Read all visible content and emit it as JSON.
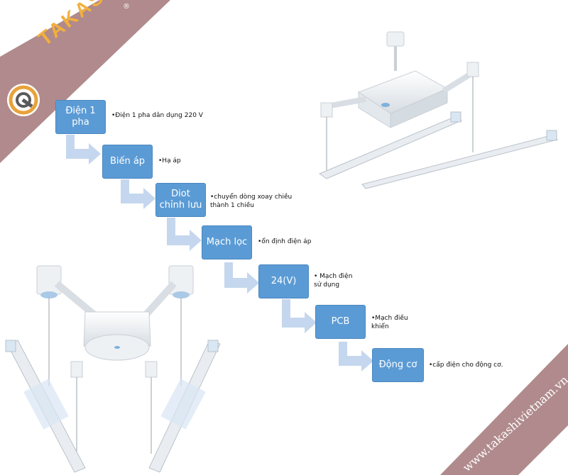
{
  "brand": {
    "logo_text": "TAKASHI",
    "registered_mark": "®",
    "website": "www.takashivietnam.vn",
    "band_color": "#b08a8c"
  },
  "flow": [
    {
      "label": "Điện 1\npha",
      "note": "•Điện 1 pha dân dụng 220 V"
    },
    {
      "label": "Biến áp",
      "note": "•Hạ áp"
    },
    {
      "label": "Diot\nchỉnh lưu",
      "note": "•chuyển dòng xoay chiều\n thành 1 chiều"
    },
    {
      "label": "Mạch lọc",
      "note": "•ổn định điện áp"
    },
    {
      "label": "24(V)",
      "note": "• Mạch điện\n  sử dụng"
    },
    {
      "label": "PCB",
      "note": "•Mạch điều\n  khiển"
    },
    {
      "label": "Động cơ",
      "note": "•cấp điện cho động cơ."
    }
  ],
  "colors": {
    "box": "#5b9bd5",
    "arrow": "#c5d7ee"
  },
  "product_images": [
    "clothes-drying-rack-top-right",
    "clothes-drying-rack-bottom-left"
  ]
}
